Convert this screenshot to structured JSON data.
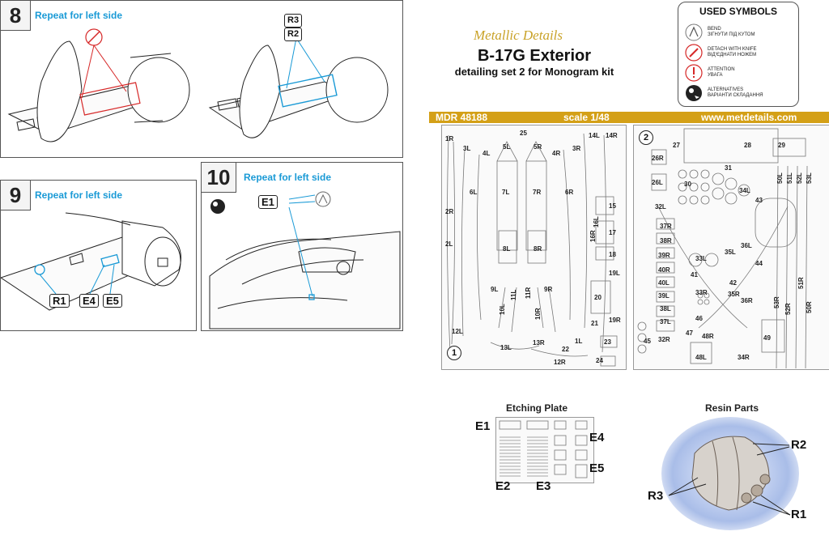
{
  "steps": {
    "s8": {
      "number": "8",
      "note": "Repeat for left side",
      "labels": [
        "R3",
        "R2"
      ]
    },
    "s9": {
      "number": "9",
      "note": "Repeat for left side",
      "labels": [
        "R1",
        "E4",
        "E5"
      ]
    },
    "s10": {
      "number": "10",
      "note": "Repeat for left side",
      "labels": [
        "E1"
      ]
    }
  },
  "symbols": {
    "title": "USED SYMBOLS",
    "items": [
      {
        "icon": "bend-icon",
        "text1": "BEND",
        "text2": "ЗІГНУТИ ПІД КУТОМ"
      },
      {
        "icon": "knife-icon",
        "text1": "DETACH WITH KNIFE",
        "text2": "ВІД'ЄДНАТИ НОЖЕМ"
      },
      {
        "icon": "attention-icon",
        "text1": "ATTENTION",
        "text2": "УВАГА"
      },
      {
        "icon": "alternatives-icon",
        "text1": "ALTERNATIVES",
        "text2": "ВАРІАНТИ СКЛАДАННЯ"
      }
    ]
  },
  "header": {
    "brand": "Metallic Details",
    "title": "B-17G Exterior",
    "subtitle": "detailing set 2 for Monogram kit",
    "code": "MDR 48188",
    "scale": "scale 1/48",
    "site": "www.metdetails.com"
  },
  "fret1": {
    "number": "1",
    "parts": [
      "1R",
      "3L",
      "4L",
      "5L",
      "25",
      "5R",
      "4R",
      "3R",
      "14L",
      "14R",
      "6L",
      "7L",
      "7R",
      "6R",
      "2R",
      "2L",
      "8L",
      "8R",
      "15",
      "16L",
      "16R",
      "17",
      "18",
      "19L",
      "9L",
      "11L",
      "11R",
      "9R",
      "10L",
      "10R",
      "20",
      "21",
      "19R",
      "12L",
      "13L",
      "13R",
      "1L",
      "22",
      "23",
      "12R",
      "24"
    ]
  },
  "fret2": {
    "number": "2",
    "parts": [
      "27",
      "28",
      "29",
      "26R",
      "26L",
      "30",
      "31",
      "50L",
      "51L",
      "52L",
      "53L",
      "32L",
      "34L",
      "43",
      "37R",
      "38R",
      "39R",
      "40R",
      "40L",
      "39L",
      "38L",
      "37L",
      "32R",
      "33L",
      "41",
      "35L",
      "36L",
      "44",
      "42",
      "33R",
      "35R",
      "36R",
      "46",
      "45",
      "47",
      "48R",
      "48L",
      "34R",
      "49",
      "53R",
      "52R",
      "51R",
      "50R"
    ]
  },
  "etching": {
    "title": "Etching Plate",
    "labels": [
      "E1",
      "E4",
      "E5",
      "E2",
      "E3"
    ]
  },
  "resin": {
    "title": "Resin Parts",
    "labels": [
      "R2",
      "R3",
      "R1"
    ]
  },
  "colors": {
    "accent": "#1a9ad6",
    "gold": "#d4a017",
    "red": "#d62828"
  }
}
